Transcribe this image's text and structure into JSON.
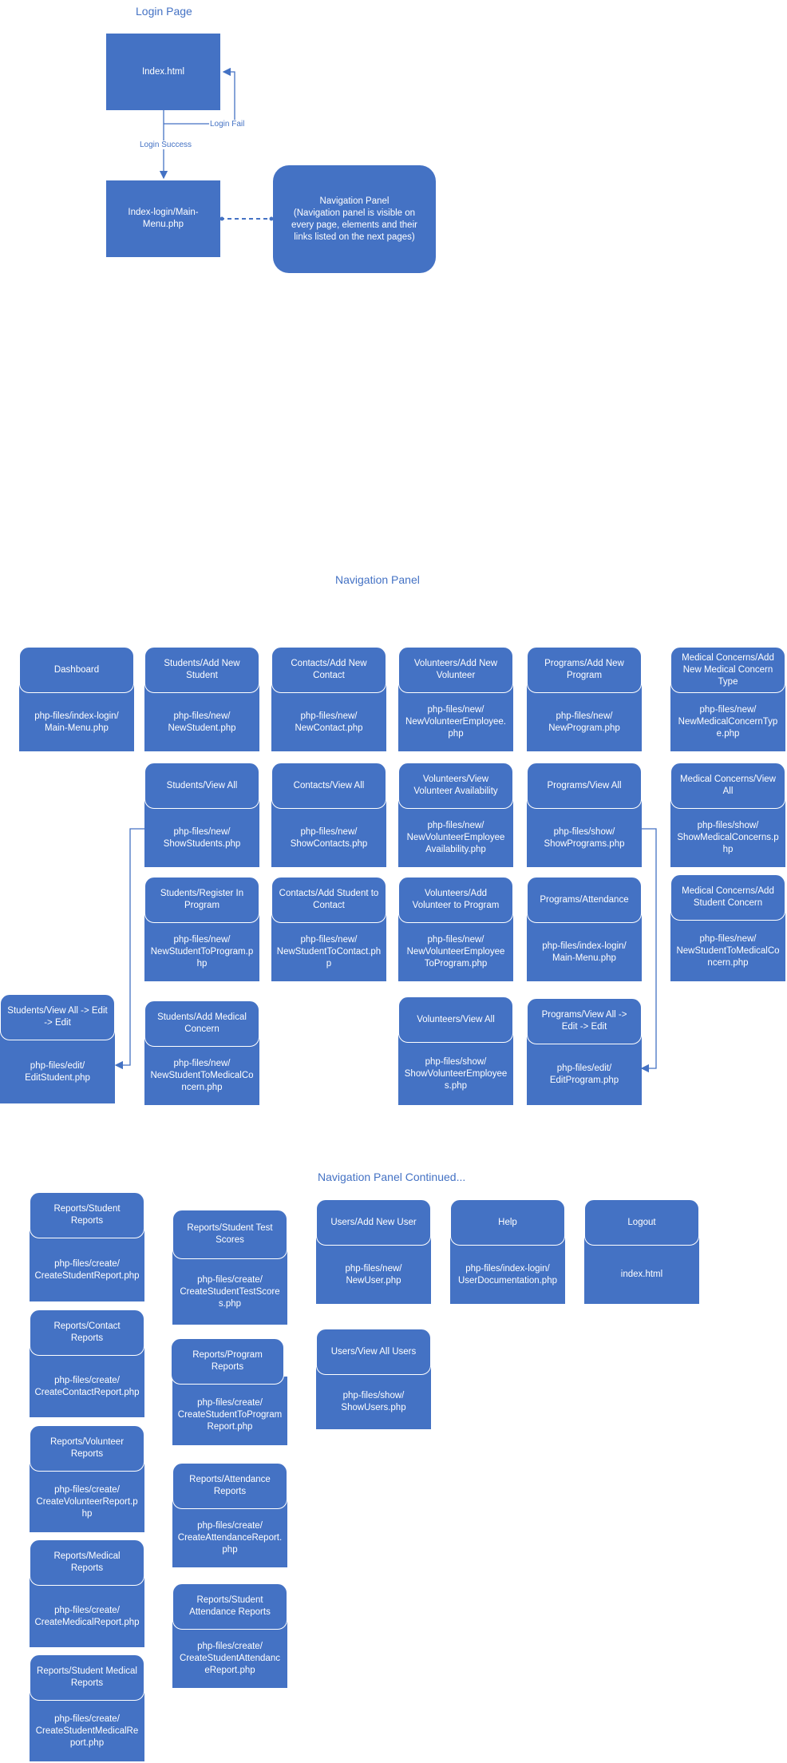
{
  "login_section": {
    "title": "Login Page",
    "index_box": "Index.html",
    "menu_box": "Index-login/Main-Menu.php",
    "nav_box": "Navigation Panel\n(Navigation panel is visible on every page, elements and their links listed on the next pages)",
    "login_fail": "Login Fail",
    "login_success": "Login Success"
  },
  "nav_section": {
    "title": "Navigation Panel",
    "cards": [
      {
        "head": "Dashboard",
        "body": "php-files/index-login/\nMain-Menu.php"
      },
      {
        "head": "Students/Add New Student",
        "body": "php-files/new/\nNewStudent.php"
      },
      {
        "head": "Contacts/Add New Contact",
        "body": "php-files/new/\nNewContact.php"
      },
      {
        "head": "Volunteers/Add New Volunteer",
        "body": "php-files/new/\nNewVolunteerEmployee.php"
      },
      {
        "head": "Programs/Add New Program",
        "body": "php-files/new/\nNewProgram.php"
      },
      {
        "head": "Medical Concerns/Add New Medical Concern Type",
        "body": "php-files/new/\nNewMedicalConcernType.php"
      },
      {
        "head": "Students/View All",
        "body": "php-files/new/\nShowStudents.php"
      },
      {
        "head": "Contacts/View All",
        "body": "php-files/new/\nShowContacts.php"
      },
      {
        "head": "Volunteers/View Volunteer Availability",
        "body": "php-files/new/\nNewVolunteerEmployee Availability.php"
      },
      {
        "head": "Programs/View All",
        "body": "php-files/show/\nShowPrograms.php"
      },
      {
        "head": "Medical Concerns/View All",
        "body": "php-files/show/\nShowMedicalConcerns.php"
      },
      {
        "head": "Students/Register In Program",
        "body": "php-files/new/\nNewStudentToProgram.php"
      },
      {
        "head": "Contacts/Add Student to Contact",
        "body": "php-files/new/\nNewStudentToContact.php"
      },
      {
        "head": "Volunteers/Add Volunteer to Program",
        "body": "php-files/new/\nNewVolunteerEmployee ToProgram.php"
      },
      {
        "head": "Programs/Attendance",
        "body": "php-files/index-login/\nMain-Menu.php"
      },
      {
        "head": "Medical Concerns/Add Student Concern",
        "body": "php-files/new/\nNewStudentToMedicalConcern.php"
      },
      {
        "head": "Students/View All -> Edit -> Edit",
        "body": "php-files/edit/\nEditStudent.php"
      },
      {
        "head": "Students/Add Medical Concern",
        "body": "php-files/new/\nNewStudentToMedicalConcern.php"
      },
      {
        "head": "Volunteers/View All",
        "body": "php-files/show/\nShowVolunteerEmployees.php"
      },
      {
        "head": "Programs/View All -> Edit -> Edit",
        "body": "php-files/edit/\nEditProgram.php"
      }
    ]
  },
  "nav_continued": {
    "title": "Navigation Panel Continued...",
    "cards": [
      {
        "head": "Reports/Student Reports",
        "body": "php-files/create/\nCreateStudentReport.php"
      },
      {
        "head": "Reports/Contact Reports",
        "body": "php-files/create/\nCreateContactReport.php"
      },
      {
        "head": "Reports/Volunteer Reports",
        "body": "php-files/create/\nCreateVolunteerReport.php"
      },
      {
        "head": "Reports/Medical Reports",
        "body": "php-files/create/\nCreateMedicalReport.php"
      },
      {
        "head": "Reports/Student Medical Reports",
        "body": "php-files/create/\nCreateStudentMedicalReport.php"
      },
      {
        "head": "Reports/Student Test Scores",
        "body": "php-files/create/\nCreateStudentTestScores.php"
      },
      {
        "head": "Reports/Program Reports",
        "body": "php-files/create/\nCreateStudentToProgramReport.php"
      },
      {
        "head": "Reports/Attendance Reports",
        "body": "php-files/create/\nCreateAttendanceReport.php"
      },
      {
        "head": "Reports/Student Attendance Reports",
        "body": "php-files/create/\nCreateStudentAttendanceReport.php"
      },
      {
        "head": "Users/Add New User",
        "body": "php-files/new/\nNewUser.php"
      },
      {
        "head": "Users/View All Users",
        "body": "php-files/show/\nShowUsers.php"
      },
      {
        "head": "Help",
        "body": "php-files/index-login/\nUserDocumentation.php"
      },
      {
        "head": "Logout",
        "body": "index.html"
      }
    ]
  }
}
